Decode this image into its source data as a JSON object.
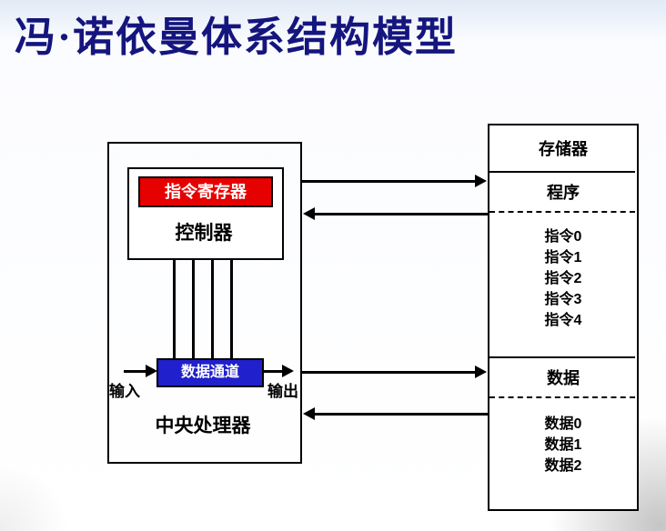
{
  "title": "冯·诺依曼体系结构模型",
  "cpu": {
    "label": "中央处理器",
    "controller": {
      "instruction_register": "指令寄存器",
      "label": "控制器"
    },
    "data_channel": "数据通道",
    "input_label": "输入",
    "output_label": "输出"
  },
  "memory": {
    "label": "存储器",
    "program": {
      "label": "程序",
      "items": [
        "指令0",
        "指令1",
        "指令2",
        "指令3",
        "指令4"
      ]
    },
    "data": {
      "label": "数据",
      "items": [
        "数据0",
        "数据1",
        "数据2"
      ]
    }
  },
  "colors": {
    "title_text": "#15157e",
    "instruction_register_bg": "#e60000",
    "instruction_register_text": "#ffffff",
    "data_channel_bg": "#2020cc",
    "data_channel_text": "#ffffff",
    "line": "#000000"
  }
}
